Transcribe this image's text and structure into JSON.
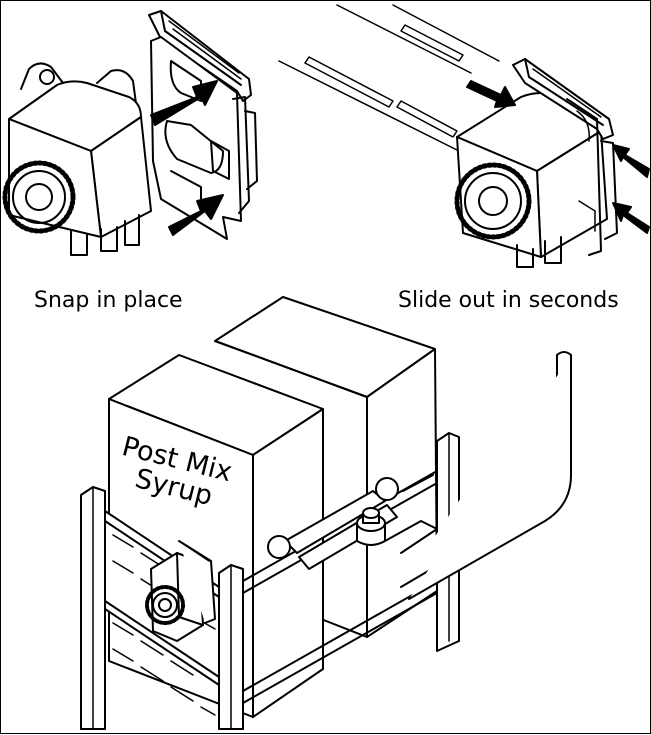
{
  "captions": {
    "left": "Snap in place",
    "right": "Slide out in seconds"
  },
  "box_label": {
    "line1": "Post Mix",
    "line2": "Syrup",
    "line3": ""
  },
  "colors": {
    "ink": "#000000",
    "paper": "#ffffff"
  }
}
